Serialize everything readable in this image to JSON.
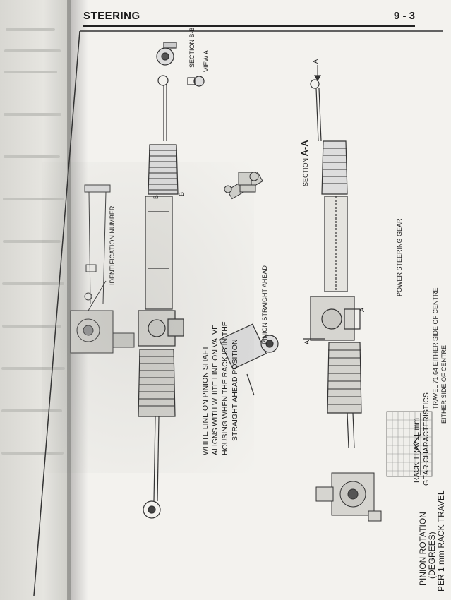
{
  "header": {
    "title": "STEERING",
    "page_number": "9 - 3"
  },
  "labels": {
    "section_bb": "SECTION B-B",
    "view_a": "VIEW A",
    "section_aa_prefix": "SECTION",
    "section_aa_letters": "A-A",
    "identification_number": "IDENTIFICATION NUMBER",
    "pinion_straight_ahead": "PINION STRAIGHT AHEAD",
    "white_line_1": "WHITE LINE ON PINION SHAFT",
    "white_line_2": "ALIGNS WITH WHITE LINE ON VALVE",
    "white_line_3": "HOUSING WHEN THE RACK IS IN THE",
    "white_line_4": "STRAIGHT AHEAD POSITION",
    "power_steering_gear": "POWER STEERING GEAR",
    "pinion_rotation_1": "PINION ROTATION",
    "pinion_rotation_2": "(DEGREES)",
    "pinion_rotation_3": "PER 1 mm RACK TRAVEL",
    "rack_travel": "RACK TRAVEL mm",
    "gear_characteristics": "GEAR CHARACTERISTICS",
    "travel_line_1": "TRAVEL 71.64 EITHER SIDE OF CENTRE",
    "travel_line_2": "EITHER SIDE OF CENTRE",
    "marker_a": "A",
    "marker_b": "B"
  }
}
